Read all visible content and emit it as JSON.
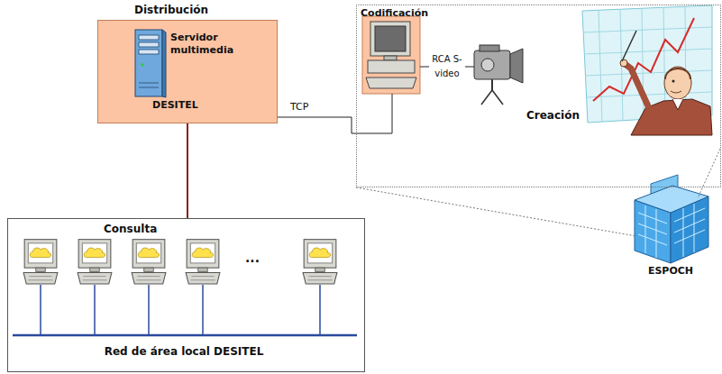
{
  "diagram": {
    "nodes": [
      {
        "text": [
          "Distribución",
          "Servidor multimedia",
          "DESITEL"
        ]
      },
      {
        "text": [
          "Codificación"
        ]
      },
      {
        "text": [
          "ESPOCH"
        ]
      },
      {
        "text": [
          "Consulta",
          "Red de área local DESITEL"
        ]
      }
    ],
    "edges": [
      {
        "from": 0,
        "to": 1,
        "arrow": "none",
        "label": "TCP"
      },
      {
        "from": 0,
        "to": 3,
        "arrow": "none"
      },
      {
        "from": 1,
        "to": 2,
        "arrow": "none"
      },
      {
        "from": 1,
        "to": 2,
        "arrow": "none"
      }
    ],
    "labels": [
      "RCA S-video",
      "Creación",
      "..."
    ]
  }
}
